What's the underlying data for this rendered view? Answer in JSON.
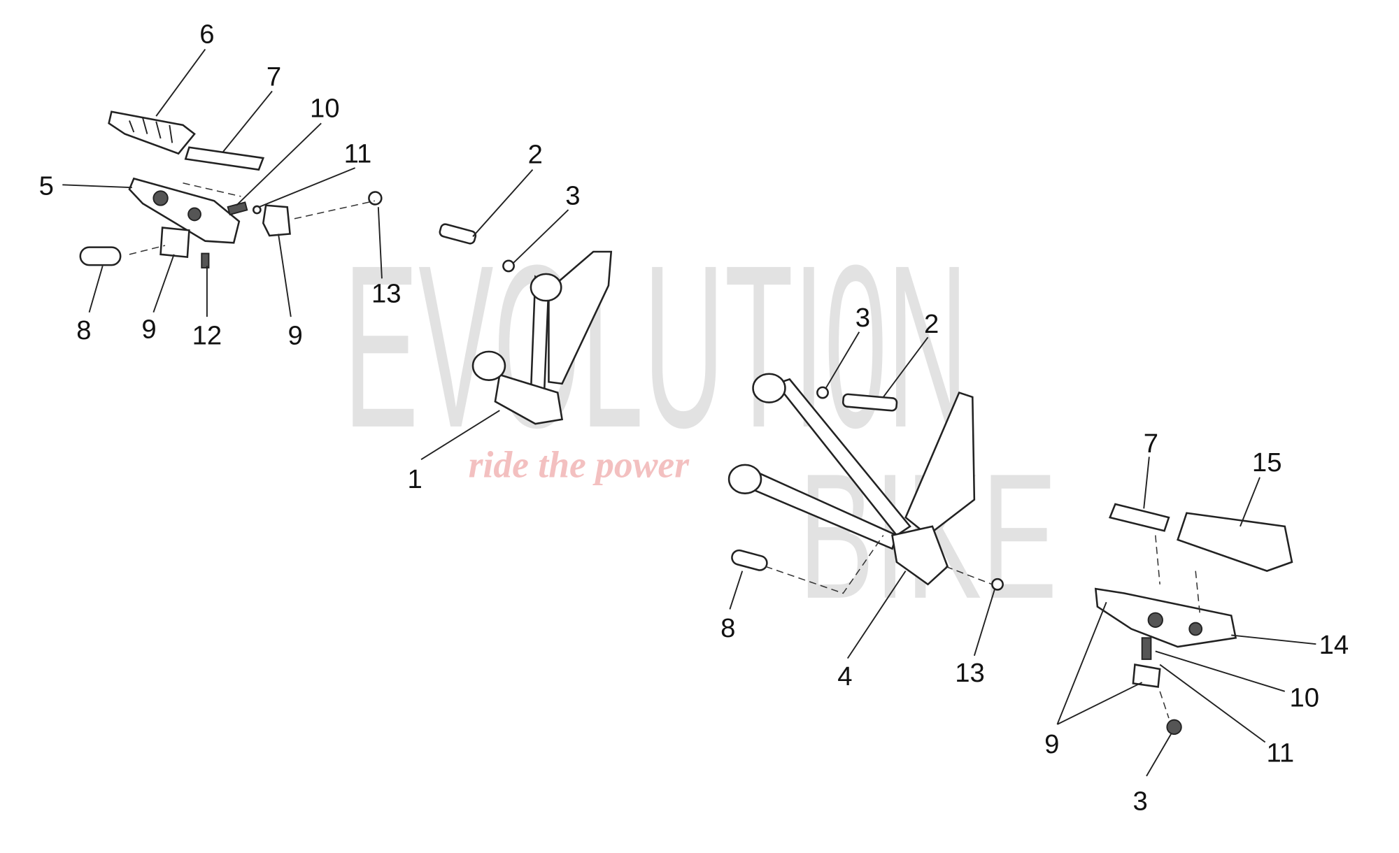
{
  "watermark": {
    "brand_top": "EVOLUTI0N",
    "brand_bottom": "BIKE",
    "tagline": "ride the power"
  },
  "labels": [
    "6",
    "7",
    "10",
    "11",
    "5",
    "13",
    "8",
    "9",
    "12",
    "9",
    "2",
    "3",
    "1",
    "3",
    "2",
    "7",
    "15",
    "8",
    "4",
    "13",
    "14",
    "10",
    "9",
    "11",
    "3"
  ]
}
